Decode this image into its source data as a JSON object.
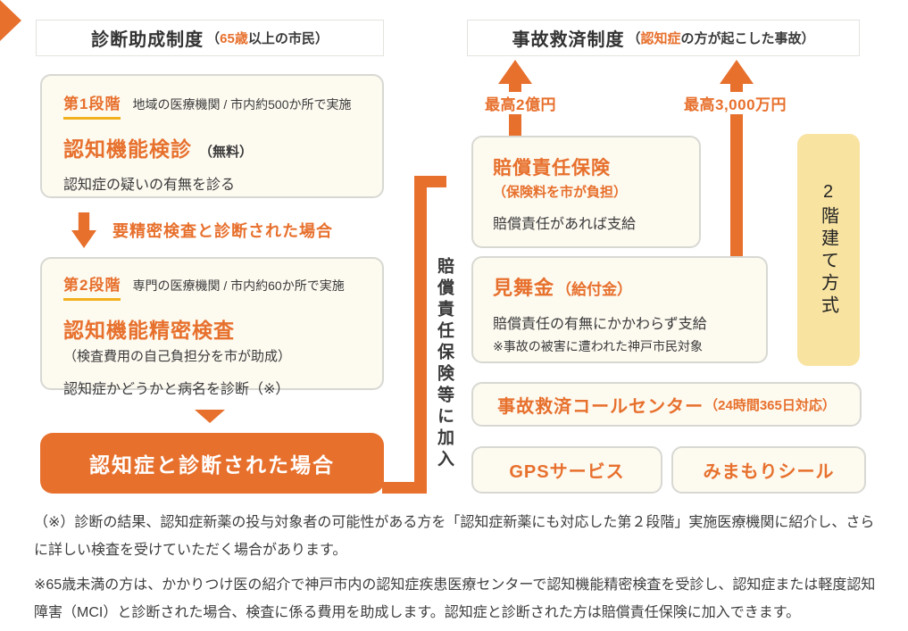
{
  "colors": {
    "accent_orange": "#e7702d",
    "badge_underline_yellow": "#f2b01e",
    "card_cream": "#fdfaf0",
    "two_tier_yellow": "#f8e3a1",
    "card_border_gray": "#d8d8d3",
    "text_dark": "#3a3a3a",
    "cta_text_white": "#ffffff"
  },
  "headers": {
    "left": {
      "title": "診断助成制度",
      "sub_pre": "（",
      "sub_highlight": "65歳",
      "sub_post": "以上の市民）"
    },
    "right": {
      "title": "事故救済制度",
      "sub_pre": "（",
      "sub_highlight": "認知症",
      "sub_post": "の方が起こした事故）"
    }
  },
  "flow_left": {
    "stage1": {
      "badge": "第1段階",
      "meta": "地域の医療機関 / 市内約500か所で実施",
      "title": "認知機能検診",
      "title_note": "（無料）",
      "desc": "認知症の疑いの有無を診る"
    },
    "branch_label": "要精密検査と診断された場合",
    "stage2": {
      "badge": "第2段階",
      "meta": "専門の医療機関 / 市内約60か所で実施",
      "title": "認知機能精密検査",
      "subtitle": "（検査費用の自己負担分を市が助成）",
      "desc": "認知症かどうかと病名を診断（※）"
    },
    "result": "認知症と診断された場合"
  },
  "middle": {
    "join_label": "賠償責任保険等に加入"
  },
  "flow_right": {
    "insurance": {
      "max": "最高2億円",
      "title": "賠償責任保険",
      "subtitle": "（保険料を市が負担）",
      "desc": "賠償責任があれば支給"
    },
    "benefit": {
      "max": "最高3,000万円",
      "title": "見舞金",
      "title_note": "（給付金）",
      "desc": "賠償責任の有無にかかわらず支給",
      "note": "※事故の被害に遭われた神戸市民対象"
    },
    "two_tier": "2階建て方式",
    "call_center": {
      "title": "事故救済コールセンター",
      "note": "（24時間365日対応）"
    },
    "gps": "GPSサービス",
    "mimamori": "みまもりシール"
  },
  "footnotes": {
    "note1": "（※）診断の結果、認知症新薬の投与対象者の可能性がある方を「認知症新薬にも対応した第２段階」実施医療機関に紹介し、さらに詳しい検査を受けていただく場合があります。",
    "note2": "※65歳未満の方は、かかりつけ医の紹介で神戸市内の認知症疾患医療センターで認知機能精密検査を受診し、認知症または軽度認知障害（MCI）と診断された場合、検査に係る費用を助成します。認知症と診断された方は賠償責任保険に加入できます。"
  }
}
